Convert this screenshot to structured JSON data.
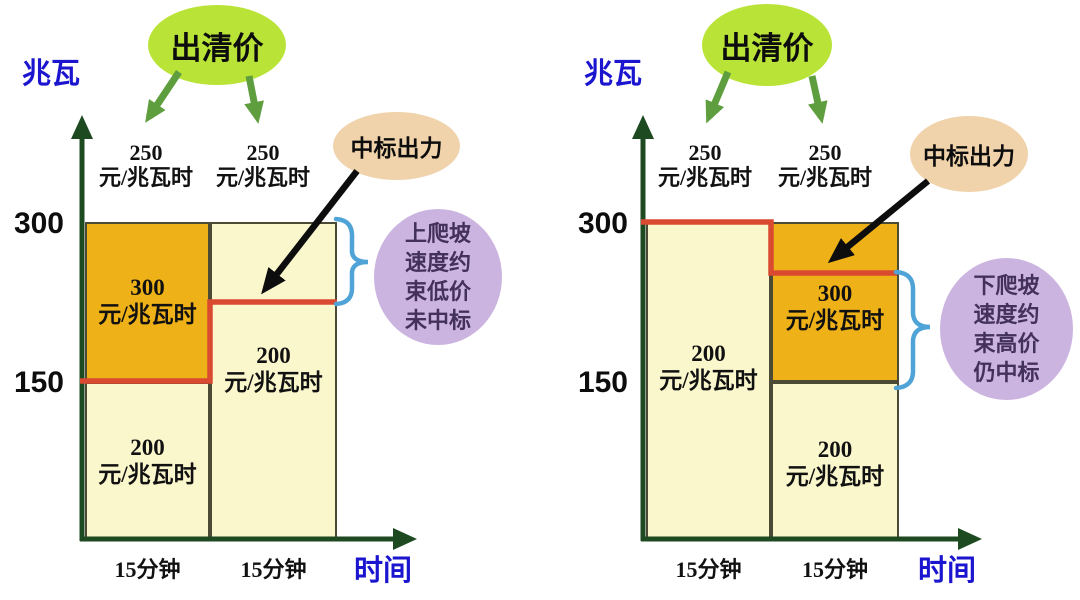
{
  "colors": {
    "clearing_ellipse": "#b9e437",
    "awarded_ellipse": "#f0d3ab",
    "annotation_ellipse": "#ccb4e0",
    "bid_low_fill": "#fbf7cd",
    "bid_high_fill": "#eeb117",
    "awarded_line": "#d94a30",
    "axis": "#1d4a21",
    "axis_label_blue": "#1b15cf",
    "brace_blue": "#4fa3d6",
    "green_arrow": "#5f9e3f"
  },
  "charts": [
    {
      "side": "left",
      "y_axis_label": "兆瓦",
      "x_axis_label": "时间",
      "y_ticks": [
        "300",
        "150"
      ],
      "clearing_ellipse_label": "出清价",
      "clearing_prices": [
        {
          "value": "250",
          "unit": "元/兆瓦时"
        },
        {
          "value": "250",
          "unit": "元/兆瓦时"
        }
      ],
      "awarded_label": "中标出力",
      "bid_blocks": [
        {
          "value": "300",
          "unit": "元/兆瓦时"
        },
        {
          "value": "200",
          "unit": "元/兆瓦时"
        },
        {
          "value": "200",
          "unit": "元/兆瓦时"
        }
      ],
      "interval_labels": [
        "15分钟",
        "15分钟"
      ],
      "annotation": "上爬坡\n速度约\n束低价\n未中标"
    },
    {
      "side": "right",
      "y_axis_label": "兆瓦",
      "x_axis_label": "时间",
      "y_ticks": [
        "300",
        "150"
      ],
      "clearing_ellipse_label": "出清价",
      "clearing_prices": [
        {
          "value": "250",
          "unit": "元/兆瓦时"
        },
        {
          "value": "250",
          "unit": "元/兆瓦时"
        }
      ],
      "awarded_label": "中标出力",
      "bid_blocks": [
        {
          "value": "200",
          "unit": "元/兆瓦时"
        },
        {
          "value": "300",
          "unit": "元/兆瓦时"
        },
        {
          "value": "200",
          "unit": "元/兆瓦时"
        }
      ],
      "interval_labels": [
        "15分钟",
        "15分钟"
      ],
      "annotation": "下爬坡\n速度约\n束高价\n仍中标"
    }
  ],
  "chart_data": [
    {
      "type": "area",
      "title": "上爬坡速度约束低价未中标",
      "xlabel": "时间",
      "ylabel": "兆瓦",
      "ylim": [
        0,
        300
      ],
      "yticks": [
        150,
        300
      ],
      "x_intervals_minutes": [
        15,
        15
      ],
      "bids": [
        {
          "interval": 1,
          "mw_from": 0,
          "mw_to": 150,
          "price": 200,
          "unit": "元/兆瓦时"
        },
        {
          "interval": 1,
          "mw_from": 150,
          "mw_to": 300,
          "price": 300,
          "unit": "元/兆瓦时"
        },
        {
          "interval": 2,
          "mw_from": 0,
          "mw_to": 300,
          "price": 200,
          "unit": "元/兆瓦时"
        }
      ],
      "clearing_price_per_interval": [
        250,
        250
      ],
      "awarded_mw_per_interval": [
        150,
        225
      ]
    },
    {
      "type": "area",
      "title": "下爬坡速度约束高价仍中标",
      "xlabel": "时间",
      "ylabel": "兆瓦",
      "ylim": [
        0,
        300
      ],
      "yticks": [
        150,
        300
      ],
      "x_intervals_minutes": [
        15,
        15
      ],
      "bids": [
        {
          "interval": 1,
          "mw_from": 0,
          "mw_to": 300,
          "price": 200,
          "unit": "元/兆瓦时"
        },
        {
          "interval": 2,
          "mw_from": 0,
          "mw_to": 150,
          "price": 200,
          "unit": "元/兆瓦时"
        },
        {
          "interval": 2,
          "mw_from": 150,
          "mw_to": 300,
          "price": 300,
          "unit": "元/兆瓦时"
        }
      ],
      "clearing_price_per_interval": [
        250,
        250
      ],
      "awarded_mw_per_interval": [
        300,
        250
      ]
    }
  ]
}
